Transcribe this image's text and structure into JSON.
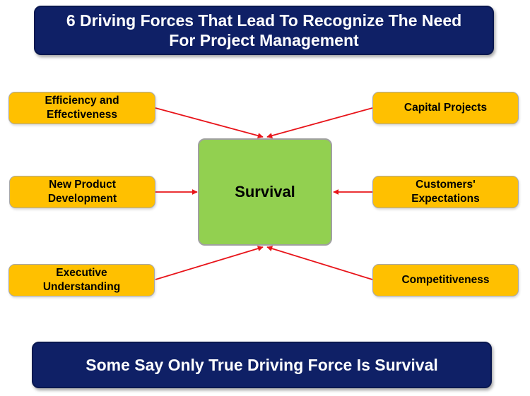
{
  "title": {
    "line1": "6 Driving Forces That Lead To Recognize The Need",
    "line2": "For Project Management"
  },
  "center": {
    "label": "Survival"
  },
  "forces": {
    "efficiency": {
      "line1": "Efficiency and",
      "line2": "Effectiveness"
    },
    "capital": {
      "line1": "Capital Projects"
    },
    "new_product": {
      "line1": "New Product",
      "line2": "Development"
    },
    "customers": {
      "line1": "Customers'",
      "line2": "Expectations"
    },
    "executive": {
      "line1": "Executive",
      "line2": "Understanding"
    },
    "competitiveness": {
      "line1": "Competitiveness"
    }
  },
  "footer": {
    "text": "Some Say Only True Driving Force Is Survival"
  },
  "colors": {
    "banner": "#0f2066",
    "force_box": "#ffc000",
    "center_box": "#92d050",
    "arrow": "#e8141a"
  }
}
